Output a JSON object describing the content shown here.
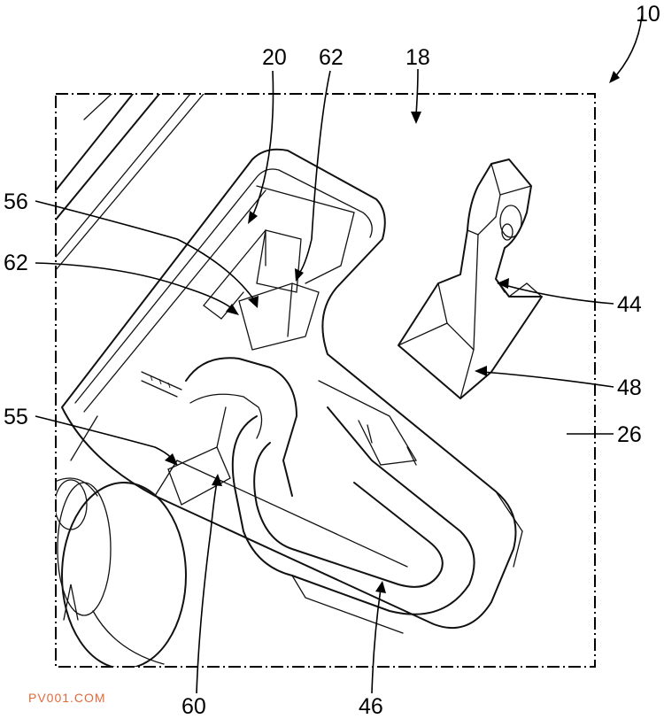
{
  "figure": {
    "labels": {
      "r10": "10",
      "r18": "18",
      "r20": "20",
      "r62a": "62",
      "r62b": "62",
      "r56": "56",
      "r55": "55",
      "r44": "44",
      "r48": "48",
      "r26": "26",
      "r60": "60",
      "r46": "46"
    },
    "watermark": "PV001.COM"
  },
  "colors": {
    "line": "#111111",
    "watermark": "#e06a3b",
    "background": "#ffffff"
  }
}
